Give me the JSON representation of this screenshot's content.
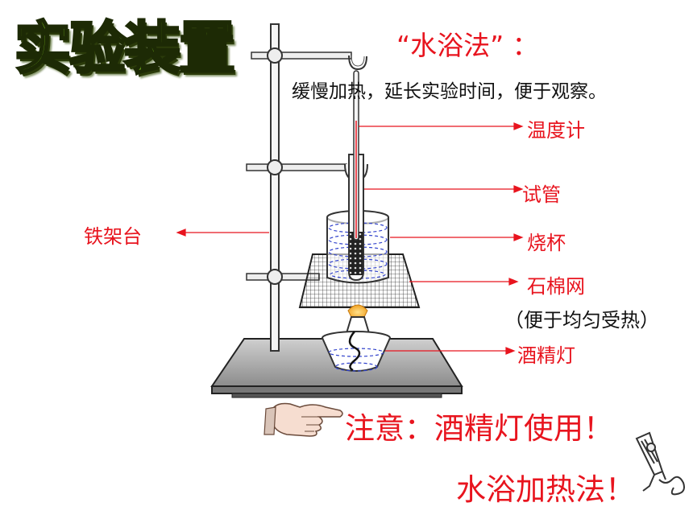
{
  "title": "实验装置",
  "method": {
    "name": "“水浴法”  ：",
    "description": "缓慢加热，延长实验时间，便于观察。"
  },
  "labels": {
    "thermometer": "温度计",
    "test_tube": "试管",
    "stand": "铁架台",
    "beaker": "烧杯",
    "gauze": "石棉网",
    "gauze_note": "（便于均匀受热）",
    "lamp": "酒精灯"
  },
  "warnings": {
    "lamp_usage": "注意：酒精灯使用！",
    "water_bath": "水浴加热法！"
  },
  "colors": {
    "accent": "#e8141e",
    "title_fill": "#7dc21e",
    "flame": "#f0a020"
  }
}
